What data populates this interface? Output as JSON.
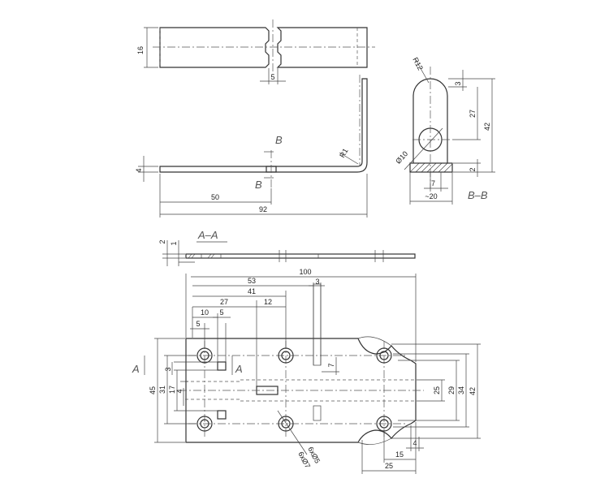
{
  "top_view": {
    "dim_width": "16",
    "dim_slot": "5"
  },
  "side_view": {
    "dim_thickness": "4",
    "dim_50": "50",
    "dim_92": "92",
    "dim_radius": "R1",
    "section_mark_top": "B",
    "section_mark_bottom": "B"
  },
  "section_bb": {
    "title": "B–B",
    "dim_r12": "R12",
    "dim_3": "3",
    "dim_27": "27",
    "dim_42": "42",
    "dim_dia10": "Ø10",
    "dim_7": "7",
    "dim_2": "2",
    "dim_20": "~20"
  },
  "section_aa": {
    "title": "A–A",
    "dim_2": "2",
    "dim_1": "1"
  },
  "main_view": {
    "dim_100": "100",
    "dim_53": "53",
    "dim_41": "41",
    "dim_3": "3",
    "dim_27": "27",
    "dim_12": "12",
    "dim_10": "10",
    "dim_5a": "5",
    "dim_5b": "5",
    "dim_45": "45",
    "dim_31": "31",
    "dim_17": "17",
    "dim_3_left": "3",
    "dim_4_left": "4",
    "dim_7": "7",
    "dim_25_right": "25",
    "dim_29": "29",
    "dim_34": "34",
    "dim_42": "42",
    "dim_4_bottom": "4",
    "dim_15": "15",
    "dim_25_bottom": "25",
    "note_holes_7": "6xØ7",
    "note_holes_5": "6xØ5",
    "section_mark_left": "A",
    "section_mark_right": "A"
  }
}
